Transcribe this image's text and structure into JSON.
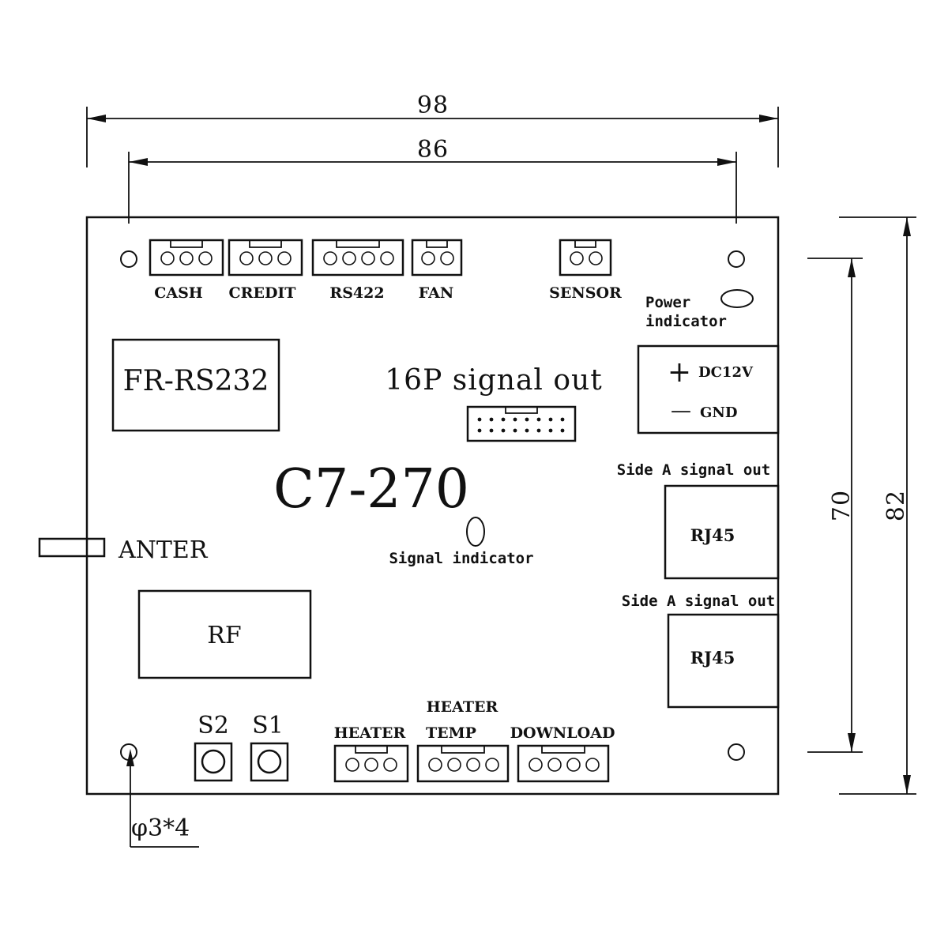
{
  "dimensions": {
    "overall_width": "98",
    "hole_spacing_width": "86",
    "hole_spacing_height": "70",
    "overall_height": "82",
    "mounting_hole": "φ3*4"
  },
  "board": {
    "model": "C7-270"
  },
  "connectors": {
    "cash": "CASH",
    "credit": "CREDIT",
    "rs422": "RS422",
    "fan": "FAN",
    "sensor": "SENSOR",
    "heater": "HEATER",
    "heater_temp_line1": "HEATER",
    "heater_temp_line2": "TEMP",
    "download": "DOWNLOAD"
  },
  "modules": {
    "fr_rs232": "FR-RS232",
    "rf": "RF",
    "signal_out_16p": "16P signal out",
    "rj45_top": "RJ45",
    "rj45_bottom": "RJ45",
    "side_a_top": "Side A signal out",
    "side_a_bottom": "Side A signal out"
  },
  "power": {
    "indicator_line1": "Power",
    "indicator_line2": "indicator",
    "plus_symbol": "+",
    "dc12v": "DC12V",
    "minus_symbol": "—",
    "gnd": "GND"
  },
  "indicators": {
    "signal": "Signal indicator"
  },
  "antenna": {
    "label": "ANTER"
  },
  "switches": {
    "s2": "S2",
    "s1": "S1"
  }
}
